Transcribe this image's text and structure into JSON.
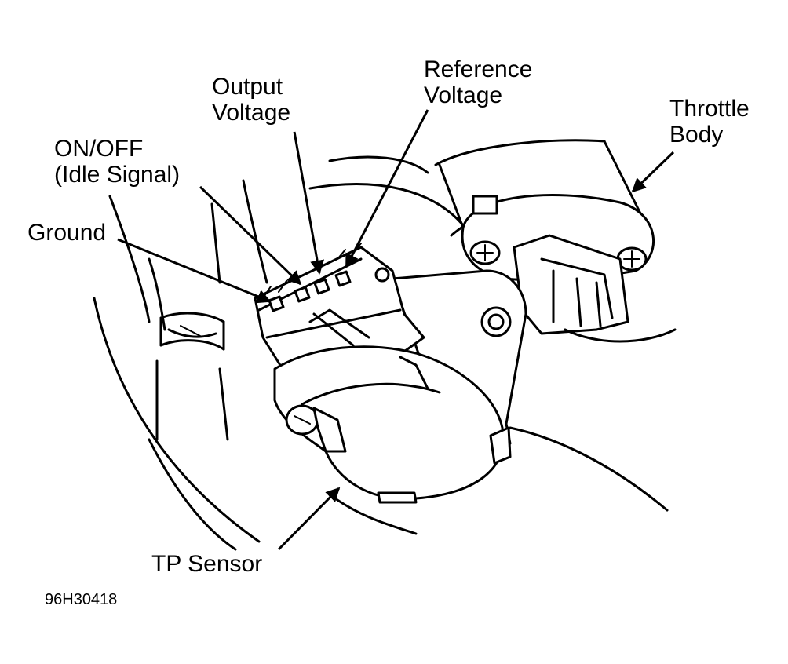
{
  "labels": {
    "output_voltage": [
      "Output",
      "Voltage"
    ],
    "reference_voltage": [
      "Reference",
      "Voltage"
    ],
    "throttle_body": [
      "Throttle",
      "Body"
    ],
    "on_off": [
      "ON/OFF",
      "(Idle Signal)"
    ],
    "ground": "Ground",
    "tp_sensor": "TP Sensor"
  },
  "figure_code": "96H30418"
}
